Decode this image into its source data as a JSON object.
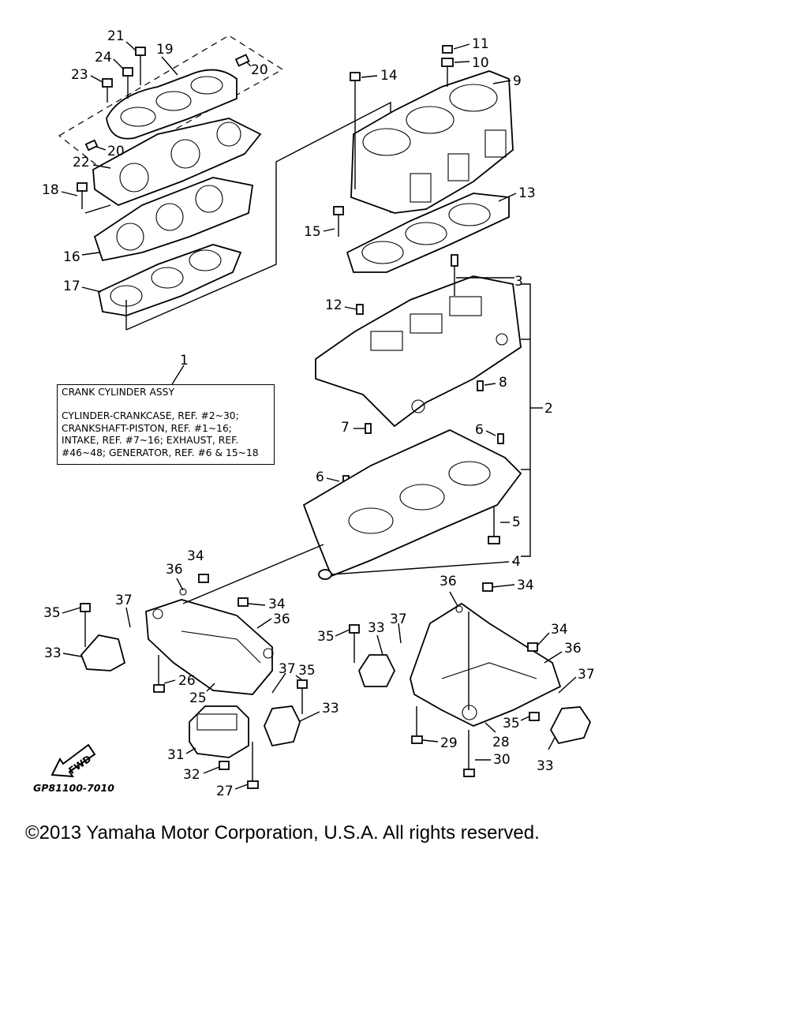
{
  "assembly_box": {
    "title": "CRANK CYLINDER ASSY",
    "lines": [
      "CYLINDER-CRANKCASE, REF. #2~30;",
      "CRANKSHAFT-PISTON, REF. #1~16;",
      "INTAKE, REF. #7~16; EXHAUST, REF.",
      "#46~48; GENERATOR, REF. #6 & 15~18"
    ]
  },
  "callouts": [
    {
      "id": "c1",
      "text": "1"
    },
    {
      "id": "c2",
      "text": "2"
    },
    {
      "id": "c3",
      "text": "3"
    },
    {
      "id": "c4",
      "text": "4"
    },
    {
      "id": "c5",
      "text": "5"
    },
    {
      "id": "c6a",
      "text": "6"
    },
    {
      "id": "c6b",
      "text": "6"
    },
    {
      "id": "c7",
      "text": "7"
    },
    {
      "id": "c8",
      "text": "8"
    },
    {
      "id": "c9",
      "text": "9"
    },
    {
      "id": "c10",
      "text": "10"
    },
    {
      "id": "c11",
      "text": "11"
    },
    {
      "id": "c12",
      "text": "12"
    },
    {
      "id": "c13",
      "text": "13"
    },
    {
      "id": "c14",
      "text": "14"
    },
    {
      "id": "c15",
      "text": "15"
    },
    {
      "id": "c16",
      "text": "16"
    },
    {
      "id": "c17",
      "text": "17"
    },
    {
      "id": "c18",
      "text": "18"
    },
    {
      "id": "c19",
      "text": "19"
    },
    {
      "id": "c20a",
      "text": "20"
    },
    {
      "id": "c20b",
      "text": "20"
    },
    {
      "id": "c21",
      "text": "21"
    },
    {
      "id": "c22",
      "text": "22"
    },
    {
      "id": "c23",
      "text": "23"
    },
    {
      "id": "c24",
      "text": "24"
    },
    {
      "id": "c25",
      "text": "25"
    },
    {
      "id": "c26",
      "text": "26"
    },
    {
      "id": "c27",
      "text": "27"
    },
    {
      "id": "c28",
      "text": "28"
    },
    {
      "id": "c29",
      "text": "29"
    },
    {
      "id": "c30",
      "text": "30"
    },
    {
      "id": "c31",
      "text": "31"
    },
    {
      "id": "c32",
      "text": "32"
    },
    {
      "id": "c33a",
      "text": "33"
    },
    {
      "id": "c33b",
      "text": "33"
    },
    {
      "id": "c33c",
      "text": "33"
    },
    {
      "id": "c33d",
      "text": "33"
    },
    {
      "id": "c34a",
      "text": "34"
    },
    {
      "id": "c34b",
      "text": "34"
    },
    {
      "id": "c34c",
      "text": "34"
    },
    {
      "id": "c34d",
      "text": "34"
    },
    {
      "id": "c35a",
      "text": "35"
    },
    {
      "id": "c35b",
      "text": "35"
    },
    {
      "id": "c35c",
      "text": "35"
    },
    {
      "id": "c35d",
      "text": "35"
    },
    {
      "id": "c36a",
      "text": "36"
    },
    {
      "id": "c36b",
      "text": "36"
    },
    {
      "id": "c36c",
      "text": "36"
    },
    {
      "id": "c36d",
      "text": "36"
    },
    {
      "id": "c37a",
      "text": "37"
    },
    {
      "id": "c37b",
      "text": "37"
    },
    {
      "id": "c37c",
      "text": "37"
    },
    {
      "id": "c37d",
      "text": "37"
    }
  ],
  "fwd_label": "FWD",
  "diagram_code": "GP81100-7010",
  "copyright": "©2013 Yamaha Motor Corporation, U.S.A. All rights reserved."
}
